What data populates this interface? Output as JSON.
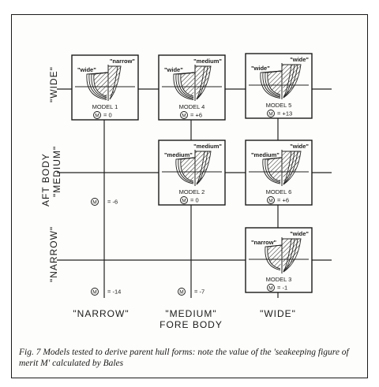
{
  "axes": {
    "aft_title_1": "AFT BODY",
    "aft_title_2": "\"MEDIUM\"",
    "row_wide": "\"WIDE\"",
    "row_narrow": "\"NARROW\"",
    "col_narrow": "\"NARROW\"",
    "col_medium_1": "\"MEDIUM\"",
    "col_medium_2": "FORE BODY",
    "col_wide": "\"WIDE\""
  },
  "models": [
    {
      "name": "MODEL 1",
      "aft": "\"wide\"",
      "fore": "\"narrow\"",
      "m_value": "= 0"
    },
    {
      "name": "MODEL 4",
      "aft": "\"wide\"",
      "fore": "\"medium\"",
      "m_value": "= +6"
    },
    {
      "name": "MODEL 5",
      "aft": "\"wide\"",
      "fore": "\"wide\"",
      "m_value": "= +13"
    },
    {
      "name": "MODEL 2",
      "aft": "\"medium\"",
      "fore": "\"medium\"",
      "m_value": "= 0"
    },
    {
      "name": "MODEL 6",
      "aft": "\"medium\"",
      "fore": "\"wide\"",
      "m_value": "= +6"
    },
    {
      "name": "MODEL 3",
      "aft": "\"narrow\"",
      "fore": "\"wide\"",
      "m_value": "= -1"
    }
  ],
  "extra_m": [
    {
      "value": "= -6"
    },
    {
      "value": "= -14"
    },
    {
      "value": "= -7"
    }
  ],
  "m_symbol": "M",
  "caption": "Fig. 7  Models tested to derive parent hull forms: note the value of the 'seakeeping figure of merit M' calculated by Bales"
}
